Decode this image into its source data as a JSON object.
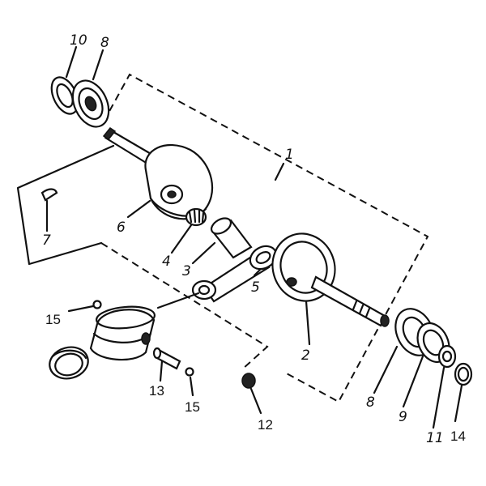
{
  "diagram": {
    "type": "exploded-parts-view",
    "labels": [
      {
        "id": "part-10",
        "text": "10"
      },
      {
        "id": "part-8-top",
        "text": "8"
      },
      {
        "id": "part-1",
        "text": "1"
      },
      {
        "id": "part-7",
        "text": "7"
      },
      {
        "id": "part-6",
        "text": "6"
      },
      {
        "id": "part-4",
        "text": "4"
      },
      {
        "id": "part-3",
        "text": "3"
      },
      {
        "id": "part-5",
        "text": "5"
      },
      {
        "id": "part-2",
        "text": "2"
      },
      {
        "id": "part-15-left",
        "text": "15"
      },
      {
        "id": "part-13",
        "text": "13"
      },
      {
        "id": "part-15-right",
        "text": "15"
      },
      {
        "id": "part-12",
        "text": "12"
      },
      {
        "id": "part-8-bottom",
        "text": "8"
      },
      {
        "id": "part-9",
        "text": "9"
      },
      {
        "id": "part-11",
        "text": "11"
      },
      {
        "id": "part-14",
        "text": "14"
      }
    ]
  }
}
